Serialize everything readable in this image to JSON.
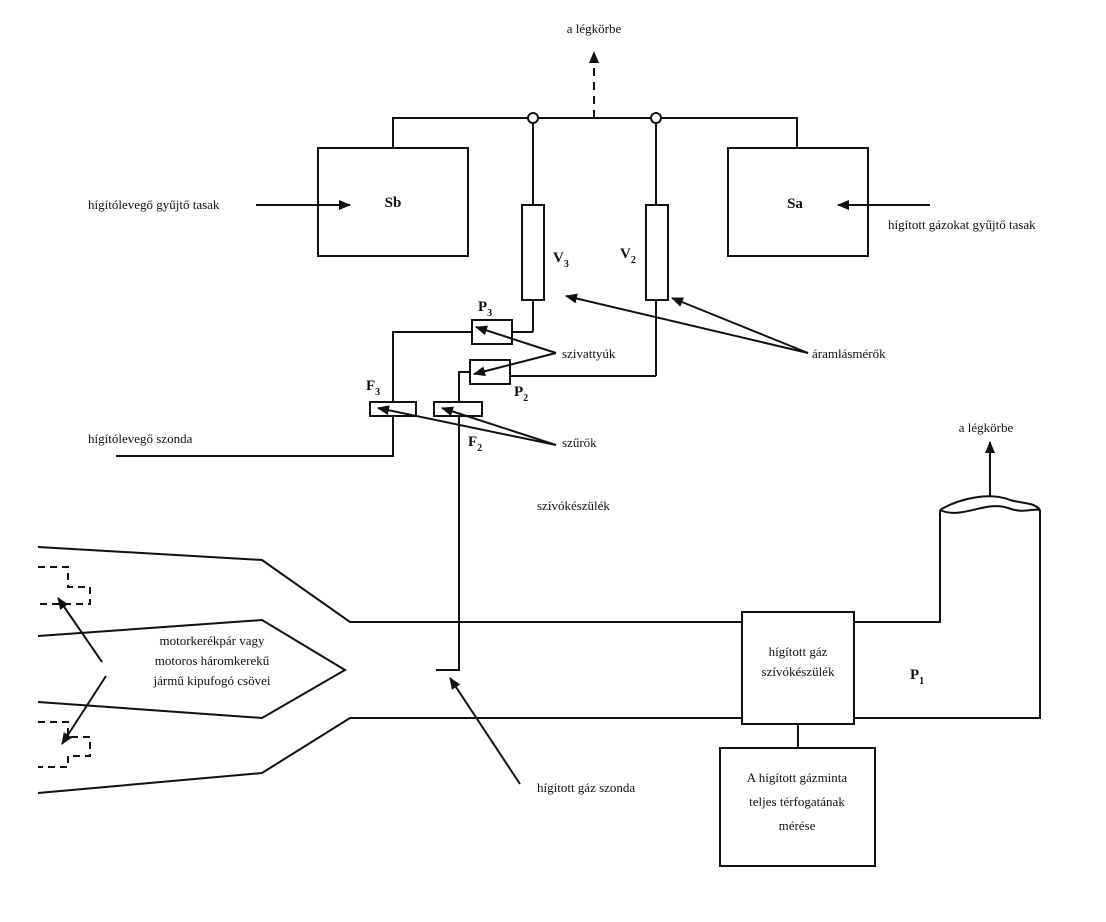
{
  "labels": {
    "atmosphere_top": "a légkörbe",
    "atmosphere_right": "a légkörbe",
    "sb": "Sb",
    "sa": "Sa",
    "dilution_air_bag": "hígítólevegő gyűjtő tasak",
    "diluted_gas_bag": "hígított gázokat gyűjtő tasak",
    "v3": "V",
    "v3_sub": "3",
    "v2": "V",
    "v2_sub": "2",
    "p3": "P",
    "p3_sub": "3",
    "p2": "P",
    "p2_sub": "2",
    "f3": "F",
    "f3_sub": "3",
    "f2": "F",
    "f2_sub": "2",
    "p1": "P",
    "p1_sub": "1",
    "flowmeters": "áramlásmérők",
    "pumps": "szivattyúk",
    "filters": "szűrők",
    "dilution_air_probe": "hígítólevegő szonda",
    "sampler": "szívókészülék",
    "exhaust_line1": "motorkerékpár vagy",
    "exhaust_line2": "motoros háromkerekű",
    "exhaust_line3": "jármű kipufogó csövei",
    "diluted_gas_sampler_line1": "hígított gáz",
    "diluted_gas_sampler_line2": "szívókészülék",
    "volume_line1": "A hígított gázminta",
    "volume_line2": "teljes térfogatának",
    "volume_line3": "mérése",
    "diluted_gas_probe": "hígított gáz szonda"
  }
}
